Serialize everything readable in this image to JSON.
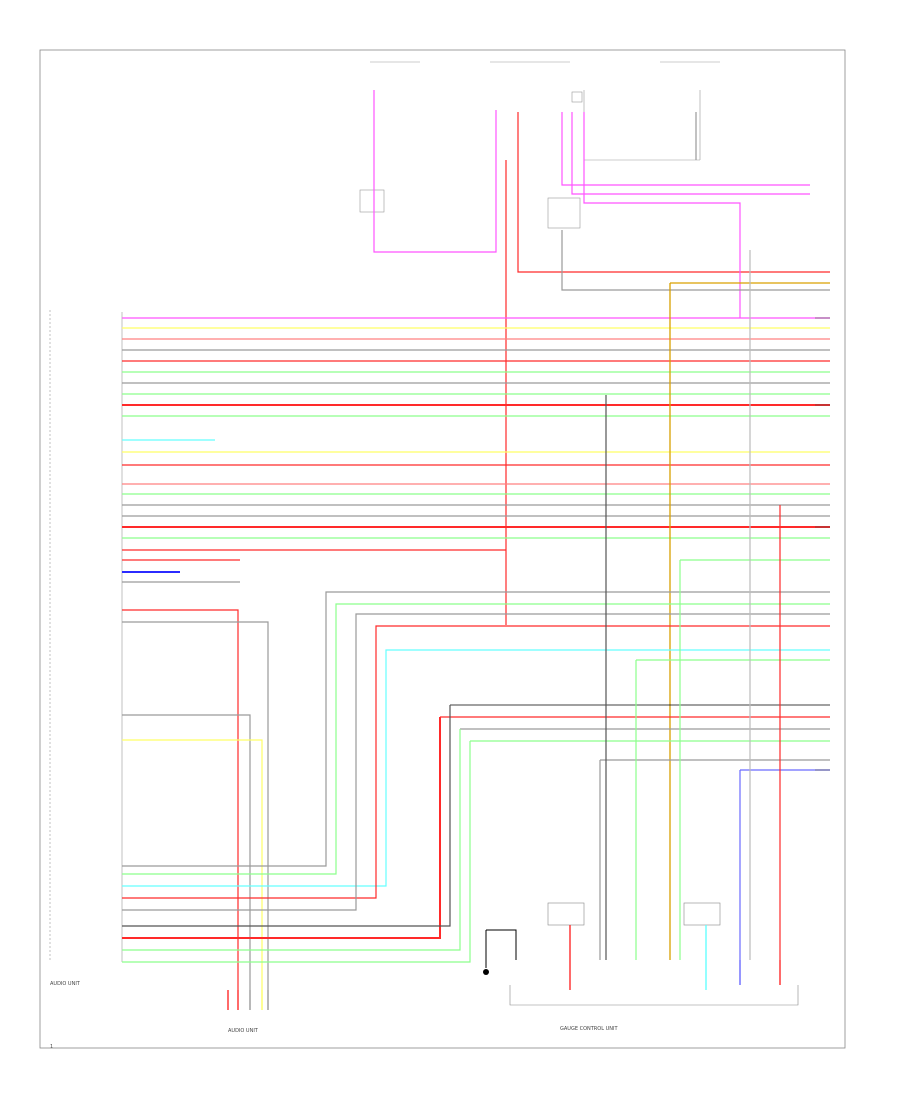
{
  "colors": {
    "pink": "#ff55ff",
    "yellow": "#ffff66",
    "red": "#ff2a2a",
    "lightred": "#ff8080",
    "green": "#8cff8c",
    "gray": "#9a9a9a",
    "cyan": "#66ffff",
    "blue": "#2b2bff",
    "orange": "#d9a000",
    "black": "#000000",
    "frame": "#888888"
  },
  "labels": {
    "left_unit": "AUDIO UNIT",
    "bottom_connector": "AUDIO UNIT",
    "bottom_right_unit": "GAUGE CONTROL UNIT",
    "page_number": "1"
  }
}
